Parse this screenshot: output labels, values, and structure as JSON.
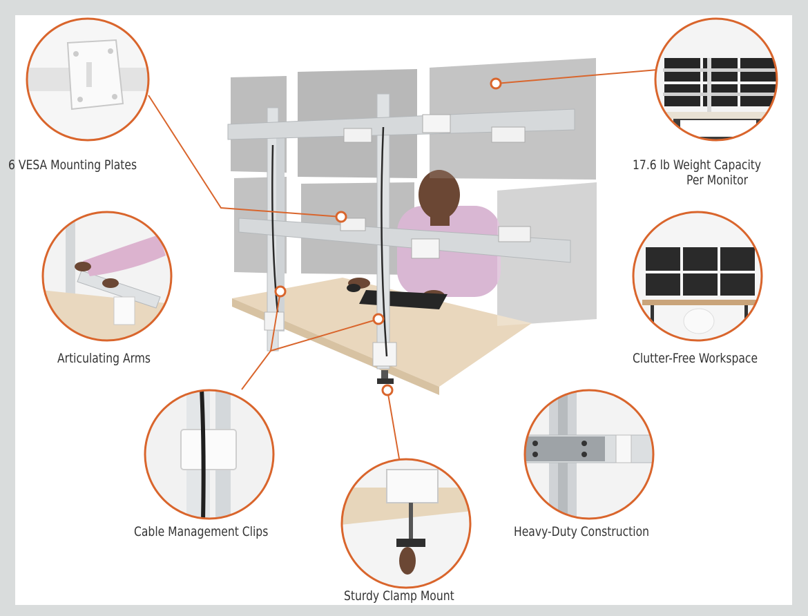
{
  "colors": {
    "background": "#d9dcdc",
    "panel": "#ffffff",
    "accent": "#d9652c",
    "label_text": "#333333"
  },
  "callouts": {
    "vesa_plates": "6 VESA Mounting Plates",
    "weight_capacity_line1": "17.6 lb Weight Capacity",
    "weight_capacity_line2": "Per Monitor",
    "articulating_arms": "Articulating Arms",
    "clutter_free": "Clutter-Free Workspace",
    "cable_clips": "Cable Management Clips",
    "heavy_duty": "Heavy-Duty Construction",
    "clamp_mount": "Sturdy Clamp Mount"
  }
}
